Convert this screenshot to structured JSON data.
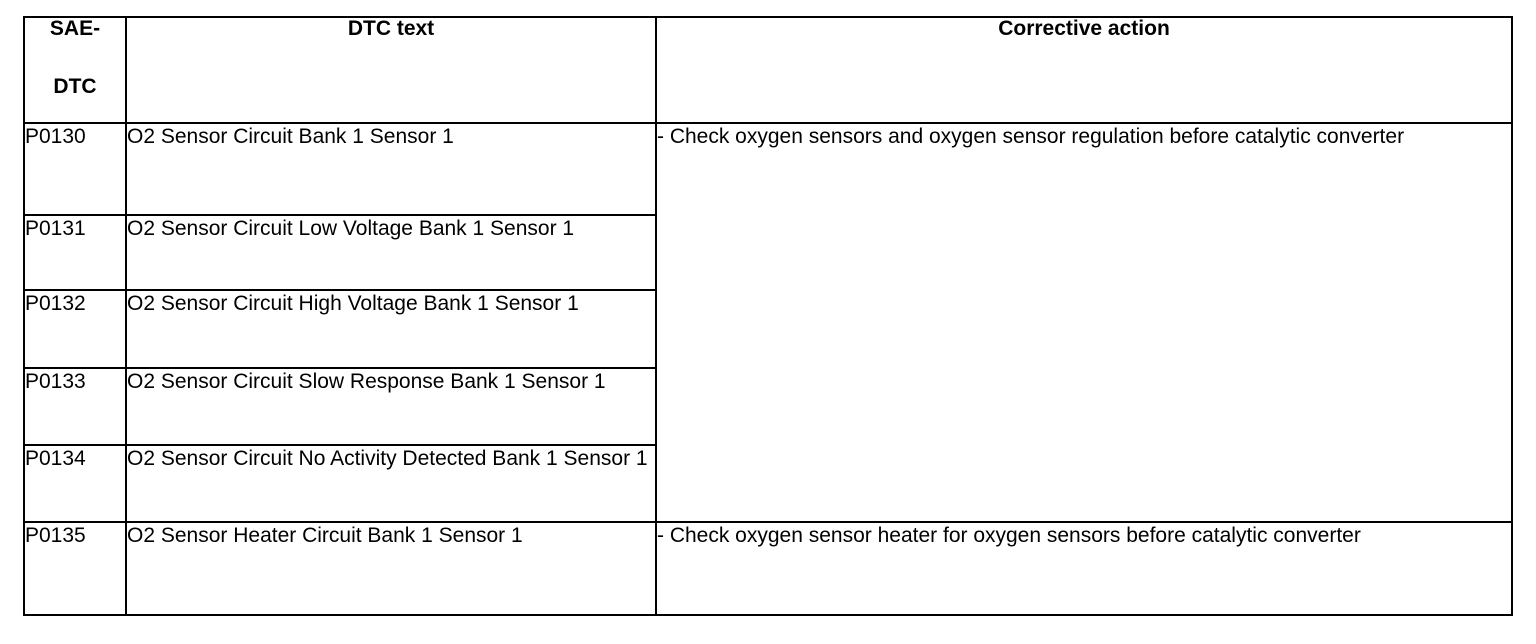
{
  "document": {
    "type": "dtc-reference-table",
    "background_color": "#ffffff",
    "text_color": "#000000",
    "border_color": "#000000"
  },
  "table": {
    "headers": {
      "sae_dtc_line1": "SAE-",
      "sae_dtc_line2": "DTC",
      "dtc_text": "DTC text",
      "corrective_action": "Corrective action"
    },
    "rows": [
      {
        "code": "P0130",
        "dtc_text": "O2 Sensor Circuit Bank 1 Sensor 1"
      },
      {
        "code": "P0131",
        "dtc_text": "O2 Sensor Circuit Low Voltage Bank 1 Sensor 1"
      },
      {
        "code": "P0132",
        "dtc_text": "O2 Sensor Circuit High Voltage Bank 1 Sensor 1"
      },
      {
        "code": "P0133",
        "dtc_text": "O2 Sensor Circuit Slow Response Bank 1 Sensor 1"
      },
      {
        "code": "P0134",
        "dtc_text": "O2 Sensor Circuit No Activity Detected Bank 1 Sensor 1"
      },
      {
        "code": "P0135",
        "dtc_text": "O2 Sensor Heater Circuit Bank 1 Sensor 1"
      }
    ],
    "corrective_actions": [
      {
        "text": "- Check oxygen sensors and oxygen sensor regulation before catalytic converter",
        "spans_rows": 5,
        "applies_to": [
          "P0130",
          "P0131",
          "P0132",
          "P0133",
          "P0134"
        ]
      },
      {
        "text": "- Check oxygen sensor heater for oxygen sensors before catalytic converter",
        "spans_rows": 1,
        "applies_to": [
          "P0135"
        ]
      }
    ]
  }
}
